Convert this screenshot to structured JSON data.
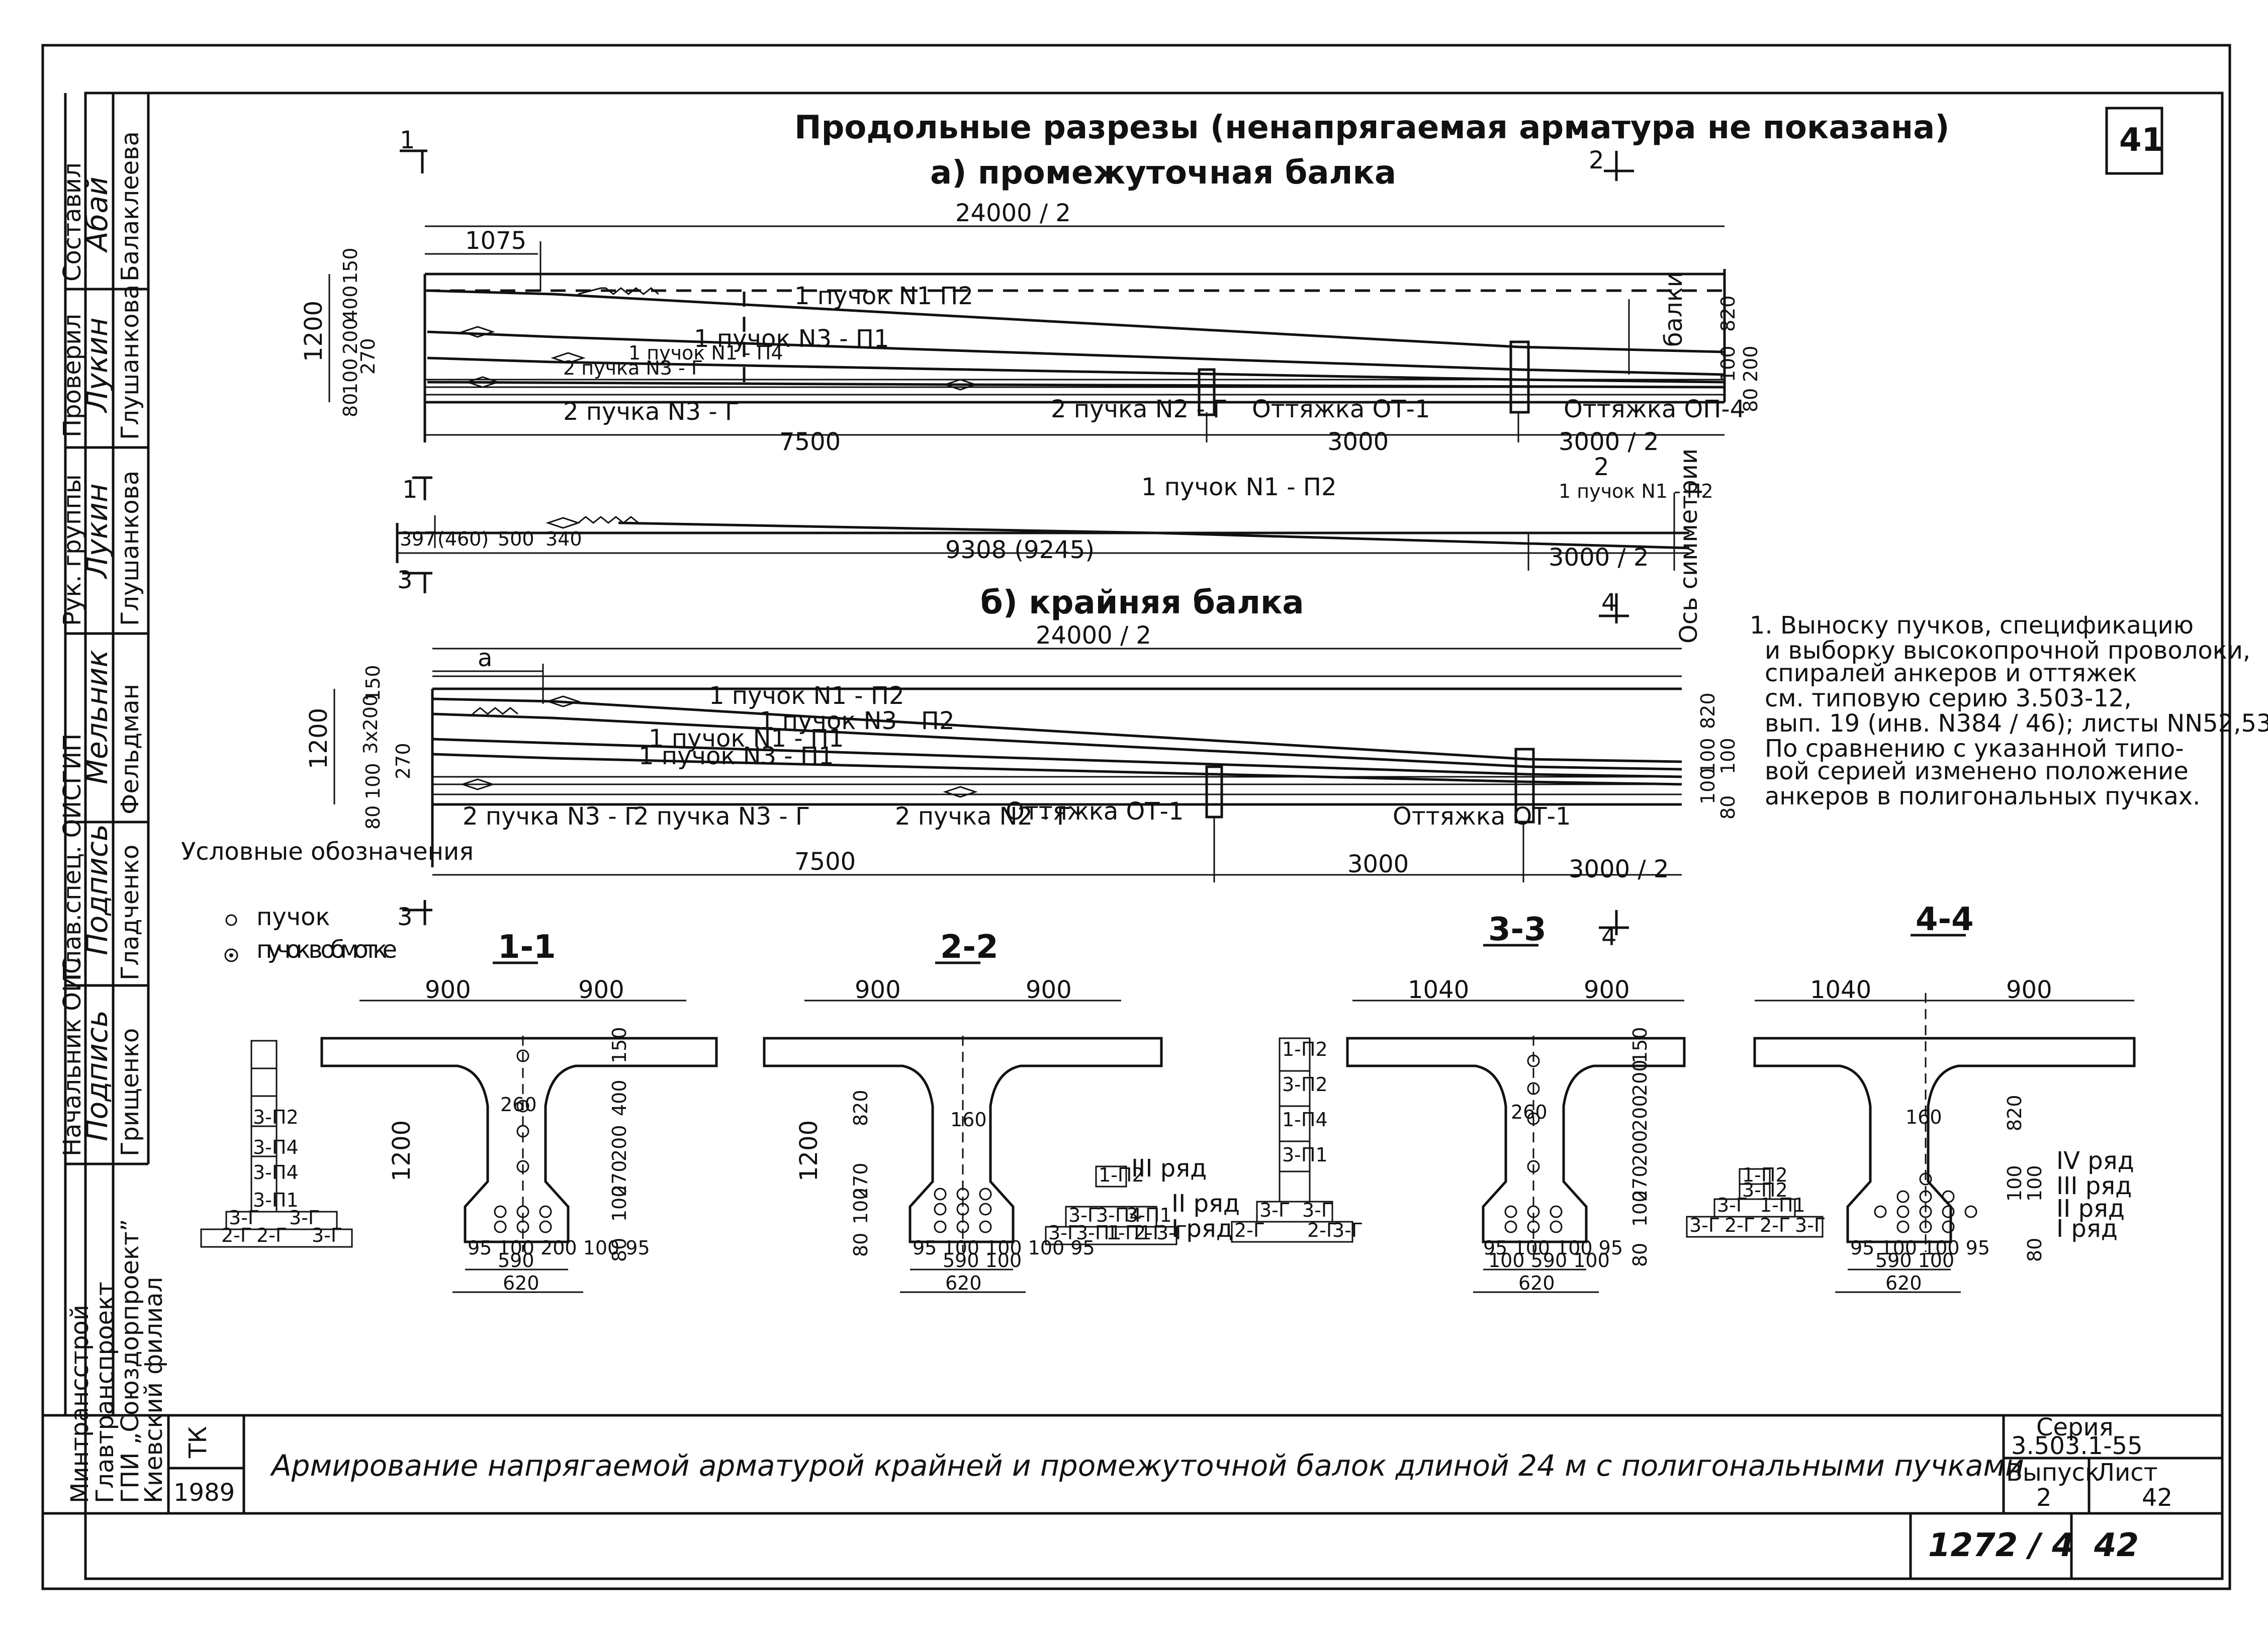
{
  "sheet_number": "41",
  "title_main": "Продольные разрезы (ненапрягаемая арматура не показана)",
  "subtitle_a": "а) промежуточная балка",
  "subtitle_b": "б) крайняя балка",
  "side_block": {
    "roles": [
      "Составил",
      "Проверил",
      "Рук. группы",
      "ГИП",
      "Глав.спец. ОИС",
      "Начальник ОИС"
    ],
    "signatures": [
      "Абай",
      "Лукин",
      "Лукин",
      "Мельник",
      "Подпись",
      "Подпись"
    ],
    "names": [
      "Балаклеева",
      "Глушанкова",
      "Глушанкова",
      "Фельдман",
      "Гладченко",
      "Грищенко"
    ]
  },
  "org": [
    "Минтрансстрой",
    "Главтранспроект",
    "ГПИ „Союздорпроект”",
    "Киевский филиал"
  ],
  "stamp": {
    "tk": "ТК",
    "year": "1989"
  },
  "drawing_title": "Армирование напрягаемой арматурой крайней и промежуточной балок длиной 24 м с полигональными пучками",
  "series": {
    "label": "Серия",
    "value": "3.503.1-55",
    "issue_label": "Выпуск",
    "issue": "2",
    "sheet_label": "Лист",
    "sheet": "42"
  },
  "inv_number": "1272 / 4",
  "page_number": "42",
  "note_lines": [
    "1. Выноску пучков, спецификацию",
    "и выборку высокопрочной проволоки,",
    "спиралей анкеров и оттяжек",
    "см. типовую серию 3.503-12,",
    "вып. 19 (инв. N384 / 46); листы NN52,53.",
    "По сравнению с указанной типо-",
    "вой серией изменено положение",
    "анкеров в полигональных пучках."
  ],
  "legend": {
    "title": "Условные обозначения",
    "item1": "пучок",
    "item2": "пучок в обмотке"
  },
  "beam_a": {
    "overall": "24000 / 2",
    "d1075": "1075",
    "h1200": "1200",
    "bundles": [
      "1 пучок N1 П2",
      "1 пучок N3 - П1",
      "1 пучок N1 - П4",
      "2 пучка N3 - Г",
      "2 пучка N3 - Г",
      "2 пучка N2 - Г"
    ],
    "bracing": [
      "Оттяжка ОТ-1",
      "Оттяжка ОП-4"
    ],
    "spans": [
      "7500",
      "3000",
      "3000 / 2"
    ],
    "left_dims": [
      "150",
      "400",
      "200",
      "270",
      "100",
      "80"
    ],
    "right_dims": [
      "820",
      "200",
      "100",
      "80"
    ],
    "balki": "балки"
  },
  "mid_detail": {
    "bundle": "1 пучок N1 - П2",
    "bundle_r": "1 пучок N1 - П2",
    "dims": [
      "397",
      "(460)",
      "500",
      "340"
    ],
    "len": "9308 (9245)",
    "half": "3000 / 2",
    "axis": "Ось симметрии"
  },
  "beam_b": {
    "overall": "24000 / 2",
    "a": "а",
    "h1200": "1200",
    "h3x200": "3x200",
    "bundles": [
      "1 пучок N1 - П2",
      "1 пучок N3 - П2",
      "1 пучок N1 - П1",
      "1 пучок N3 - П1",
      "2 пучка N3 - Г",
      "2 пучка N3 - Г",
      "2 пучка N2 - Г"
    ],
    "bracing": [
      "Оттяжка ОТ-1",
      "Оттяжка ОТ-1"
    ],
    "spans": [
      "7500",
      "3000",
      "3000 / 2"
    ],
    "left_dims": [
      "150",
      "270",
      "100",
      "80"
    ],
    "right_dims": [
      "820",
      "100",
      "100",
      "100",
      "80"
    ]
  },
  "cut_marks": [
    "1",
    "1",
    "2",
    "2",
    "3",
    "3",
    "4",
    "4"
  ],
  "sections": [
    {
      "name": "1-1",
      "top": [
        "900",
        "900"
      ],
      "h": "1200",
      "v": [
        "150",
        "400",
        "200",
        "270",
        "100",
        "80"
      ],
      "web": "260",
      "bottom": "95 100 200 100 95",
      "b590": "590",
      "b620": "620"
    },
    {
      "name": "2-2",
      "top": [
        "900",
        "900"
      ],
      "h": "1200",
      "v": [
        "820",
        "270",
        "100",
        "80"
      ],
      "web": "160",
      "bottom": "95 100 100 100 95",
      "b590": "590 100",
      "b620": "620",
      "rows": [
        "III ряд",
        "II ряд",
        "I ряд"
      ]
    },
    {
      "name": "3-3",
      "top": [
        "1040",
        "900"
      ],
      "v": [
        "150",
        "200",
        "200",
        "200",
        "270",
        "100",
        "80"
      ],
      "web": "260",
      "bottom": "95 100 100 95",
      "b590": "100 590 100",
      "b620": "620"
    },
    {
      "name": "4-4",
      "top": [
        "1040",
        "900"
      ],
      "v": [
        "820",
        "100",
        "100",
        "80"
      ],
      "web": "160",
      "bottom": "95 100 100 95",
      "b590": "590 100",
      "b620": "620",
      "rows": [
        "IV ряд",
        "III ряд",
        "II ряд",
        "I ряд"
      ]
    }
  ],
  "schemes": {
    "s1": [
      "3-П2",
      "3-П4",
      "3-П4",
      "3-П1",
      "3-Г",
      "3-Г",
      "2-Г",
      "2-Г",
      "3-Г"
    ],
    "s2": [
      "1-П2",
      "3-Г",
      "3-П4",
      "3-П1",
      "3-Г",
      "3-П1",
      "1-П1",
      "2-Г",
      "3-Г"
    ],
    "s3": [
      "1-П2",
      "3-П2",
      "1-П4",
      "3-П1",
      "3-Г",
      "3-Г",
      "2-Г",
      "2-Г",
      "3-Г"
    ],
    "s4": [
      "1-П2",
      "3-П2",
      "3-Г",
      "1-П1",
      "3-Г",
      "2-Г",
      "2-Г",
      "3-Г"
    ]
  }
}
